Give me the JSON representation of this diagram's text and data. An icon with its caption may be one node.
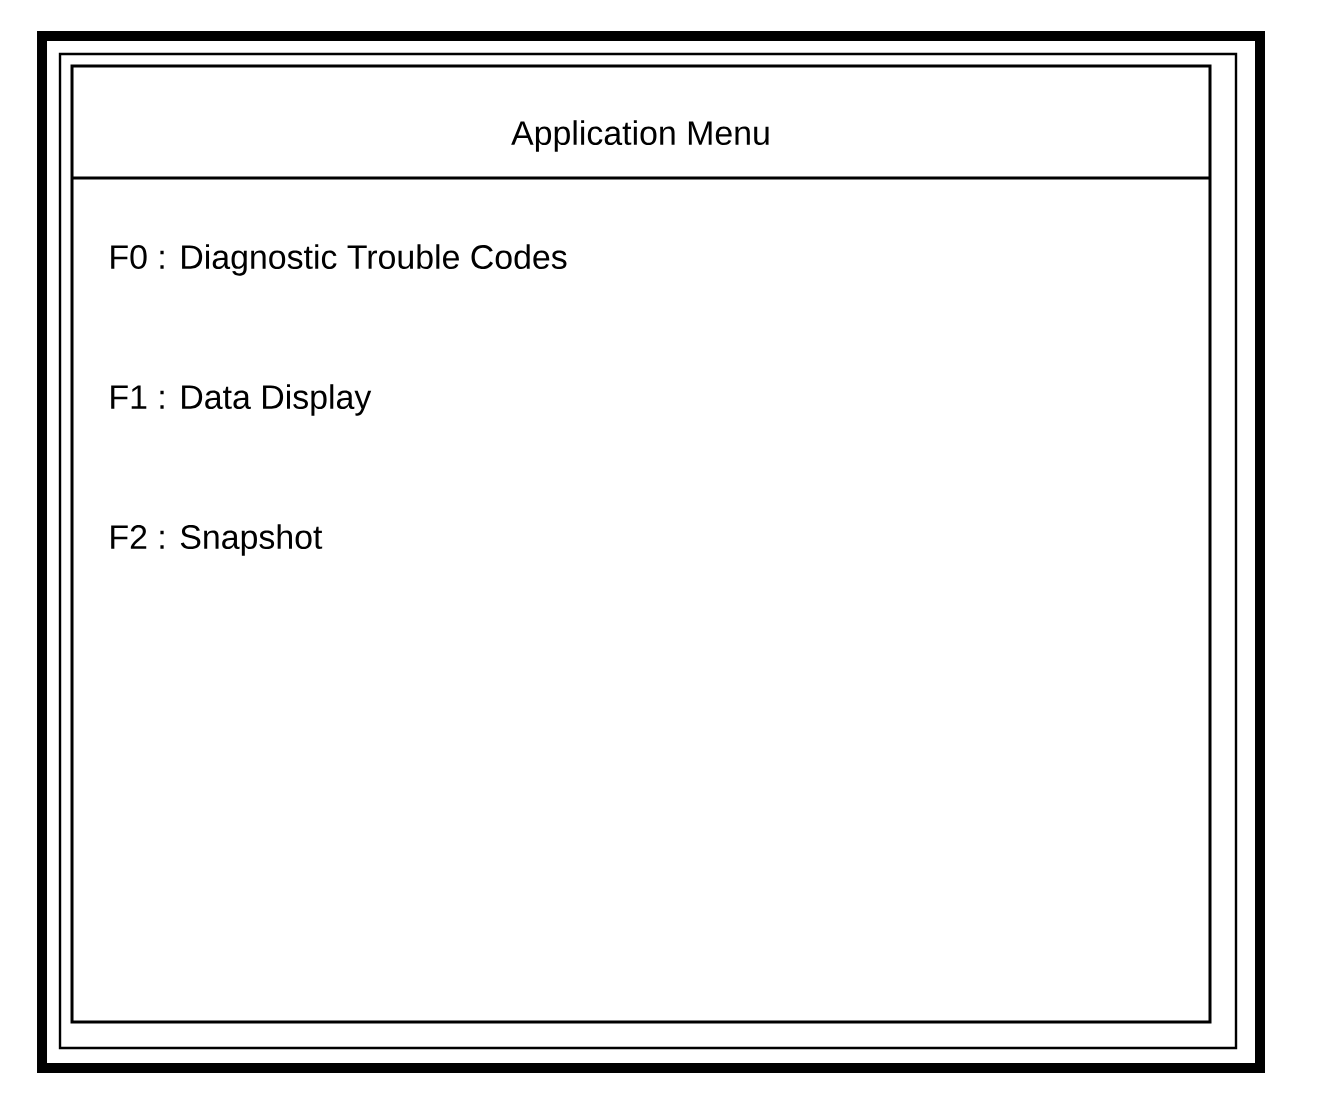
{
  "diagram": {
    "nodes": [
      {
        "text": [
          "Application Menu",
          "F0 : Diagnostic Trouble Codes",
          "F1 : Data Display",
          "F2 : Snapshot"
        ]
      }
    ]
  }
}
